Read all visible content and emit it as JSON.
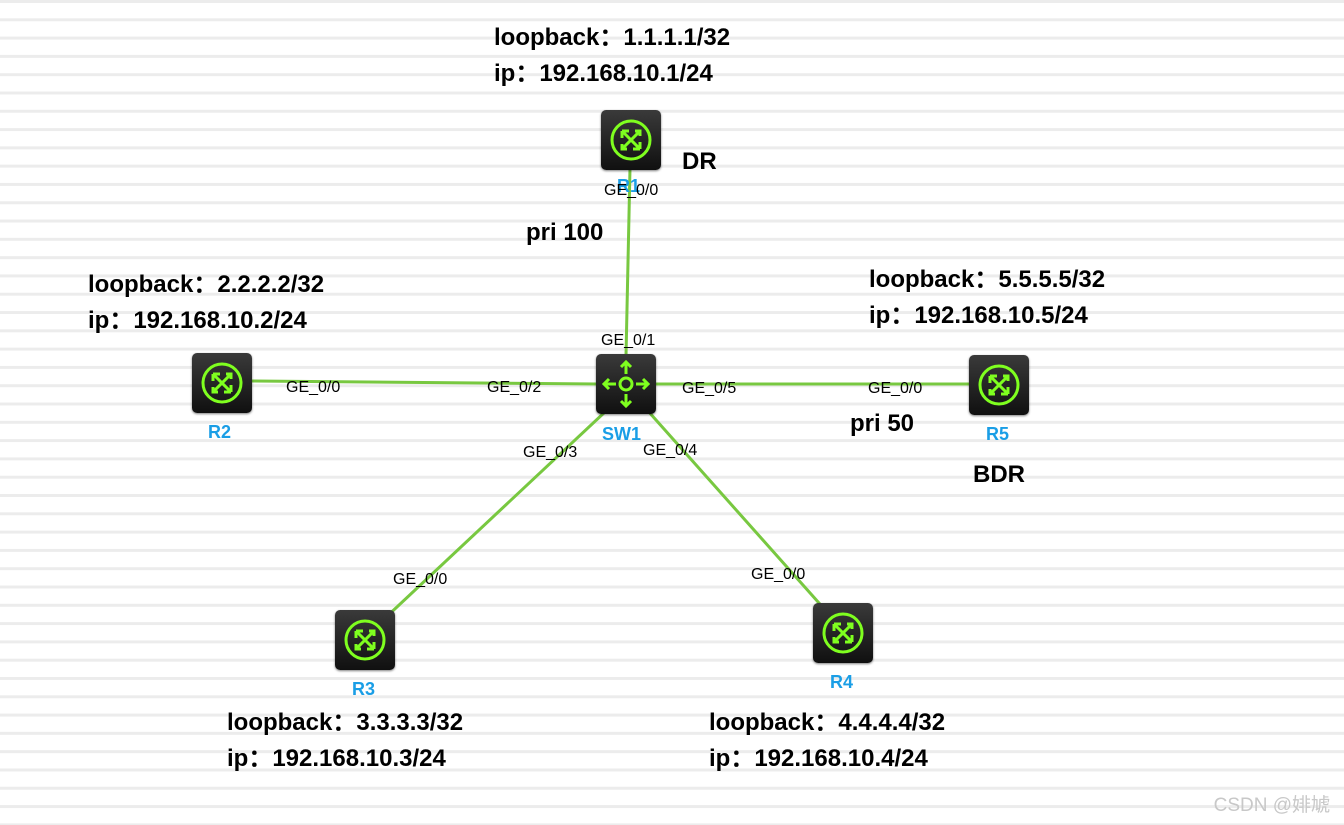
{
  "colors": {
    "link": "#78c840",
    "device_glyph": "#7fff1f",
    "device_name": "#1a9ee6"
  },
  "devices": {
    "r1": {
      "name": "R1",
      "icon": "router-icon"
    },
    "r2": {
      "name": "R2",
      "icon": "router-icon"
    },
    "r3": {
      "name": "R3",
      "icon": "router-icon"
    },
    "r4": {
      "name": "R4",
      "icon": "router-icon"
    },
    "r5": {
      "name": "R5",
      "icon": "router-icon"
    },
    "sw1": {
      "name": "SW1",
      "icon": "switch-icon"
    }
  },
  "ports": {
    "r1_ge": "GE_0/0",
    "sw1_ge1": "GE_0/1",
    "r2_ge": "GE_0/0",
    "sw1_ge2": "GE_0/2",
    "sw1_ge5": "GE_0/5",
    "r5_ge": "GE_0/0",
    "sw1_ge3": "GE_0/3",
    "r3_ge": "GE_0/0",
    "sw1_ge4": "GE_0/4",
    "r4_ge": "GE_0/0"
  },
  "info": {
    "r1": {
      "loopback": "loopback：1.1.1.1/32",
      "ip": "ip：192.168.10.1/24"
    },
    "r2": {
      "loopback": "loopback：2.2.2.2/32",
      "ip": "ip：192.168.10.2/24"
    },
    "r3": {
      "loopback": "loopback：3.3.3.3/32",
      "ip": "ip：192.168.10.3/24"
    },
    "r4": {
      "loopback": "loopback：4.4.4.4/32",
      "ip": "ip：192.168.10.4/24"
    },
    "r5": {
      "loopback": "loopback：5.5.5.5/32",
      "ip": "ip：192.168.10.5/24"
    }
  },
  "roles": {
    "r1": "DR",
    "r5": "BDR"
  },
  "priorities": {
    "r1": "pri 100",
    "r5": "pri 50"
  },
  "watermark": "CSDN @婔虓"
}
